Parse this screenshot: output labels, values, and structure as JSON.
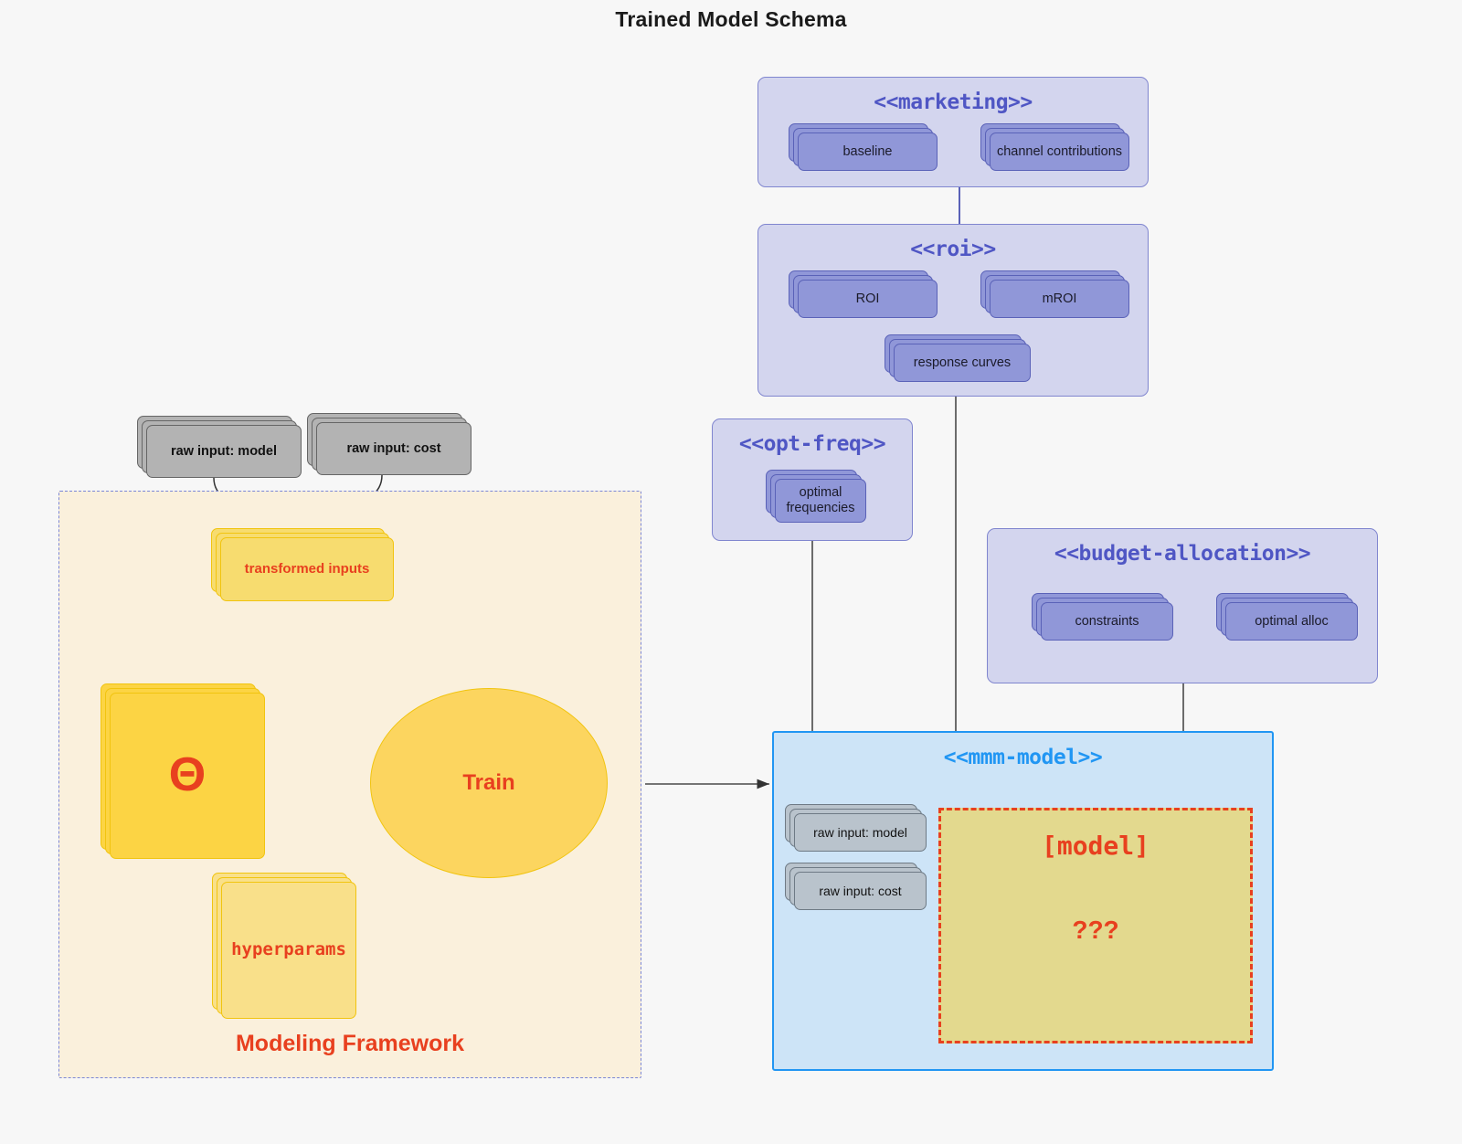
{
  "title": "Trained Model Schema",
  "colors": {
    "background": "#f7f7f7",
    "package_fill": "#d3d5ee",
    "package_stroke": "#8086cf",
    "package_title": "#4f56c4",
    "node_purple_fill": "#9097d8",
    "node_purple_stroke": "#5a62b8",
    "node_grey_fill": "#b3b3b3",
    "node_grey_stroke": "#666666",
    "mmm_fill": "#cde4f7",
    "mmm_stroke": "#2196f3",
    "framework_fill": "#faf0dc",
    "framework_stroke": "#7b86d6",
    "yellow_fill": "#f7dc6f",
    "yellow_stroke": "#f1c40f",
    "accent_red": "#e8401f",
    "model_box_fill": "#e3d98e"
  },
  "packages": {
    "marketing": {
      "stereotype": "<<marketing>>",
      "nodes": [
        {
          "label": "baseline"
        },
        {
          "label": "channel contributions"
        }
      ]
    },
    "roi": {
      "stereotype": "<<roi>>",
      "nodes": [
        {
          "label": "ROI"
        },
        {
          "label": "mROI"
        },
        {
          "label": "response curves"
        }
      ]
    },
    "opt_freq": {
      "stereotype": "<<opt-freq>>",
      "nodes": [
        {
          "label": "optimal frequencies"
        }
      ]
    },
    "budget_allocation": {
      "stereotype": "<<budget-allocation>>",
      "nodes": [
        {
          "label": "constraints"
        },
        {
          "label": "optimal alloc"
        }
      ]
    },
    "mmm_model": {
      "stereotype": "<<mmm-model>>",
      "nodes": [
        {
          "label": "raw input: model"
        },
        {
          "label": "raw input: cost"
        }
      ],
      "model_box": {
        "title": "[model]",
        "question": "???"
      }
    }
  },
  "inputs": [
    {
      "label": "raw input: model"
    },
    {
      "label": "raw input: cost"
    }
  ],
  "framework": {
    "label": "Modeling Framework",
    "transformed_inputs": "transformed inputs",
    "theta": "Θ",
    "hyperparams": "hyperparams",
    "train": "Train"
  }
}
